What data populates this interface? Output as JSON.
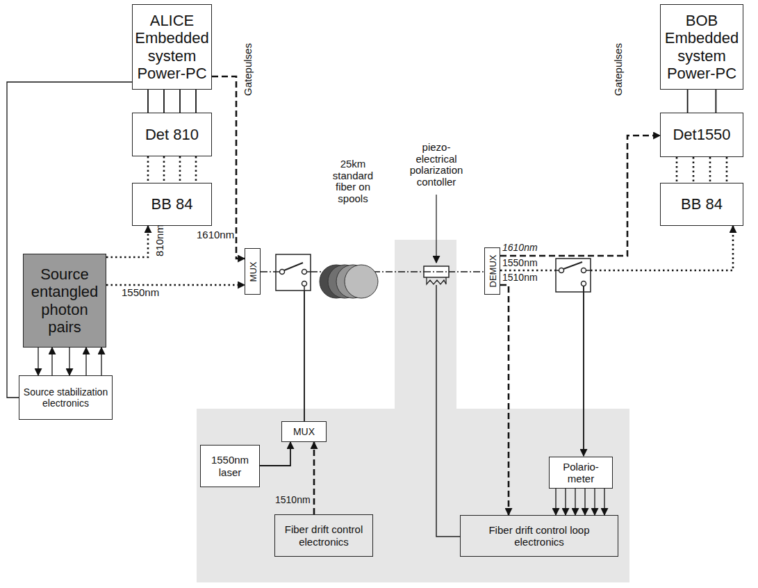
{
  "diagram": {
    "nodes": [
      {
        "text": [
          "ALICE Embedded system Power-PC"
        ]
      },
      {
        "text": [
          "Det 810"
        ]
      },
      {
        "text": [
          "BB 84"
        ]
      },
      {
        "text": [
          "Source entangled photon pairs"
        ]
      },
      {
        "text": [
          "Source stabilization electronics"
        ]
      },
      {
        "text": [
          "MUX"
        ]
      },
      {
        "text": [
          "MUX"
        ]
      },
      {
        "text": [
          "1550nm laser"
        ]
      },
      {
        "text": [
          "Fiber drift control electronics"
        ]
      },
      {
        "text": [
          "DEMUX"
        ]
      },
      {
        "text": [
          "Polario- meter"
        ]
      },
      {
        "text": [
          "Fiber drift control loop electronics"
        ]
      },
      {
        "text": [
          "BOB Embedded system Power-PC"
        ]
      },
      {
        "text": [
          "Det1550"
        ]
      },
      {
        "text": [
          "BB 84"
        ]
      }
    ],
    "edges": [
      {
        "from": 0,
        "to": 1,
        "arrow": "none"
      },
      {
        "from": 0,
        "to": 1,
        "arrow": "none"
      },
      {
        "from": 0,
        "to": 1,
        "arrow": "none"
      },
      {
        "from": 0,
        "to": 1,
        "arrow": "none"
      },
      {
        "from": 1,
        "to": 2,
        "arrow": "none"
      },
      {
        "from": 1,
        "to": 2,
        "arrow": "none"
      },
      {
        "from": 1,
        "to": 2,
        "arrow": "none"
      },
      {
        "from": 1,
        "to": 2,
        "arrow": "none"
      },
      {
        "from": 0,
        "to": 5,
        "arrow": "to"
      },
      {
        "from": 3,
        "to": 2,
        "arrow": "to"
      },
      {
        "from": 3,
        "to": 5,
        "arrow": "to"
      },
      {
        "from": 0,
        "to": 4,
        "arrow": "none"
      },
      {
        "from": 3,
        "to": 4,
        "arrow": "to"
      },
      {
        "from": 4,
        "to": 3,
        "arrow": "to"
      },
      {
        "from": 3,
        "to": 4,
        "arrow": "to"
      },
      {
        "from": 4,
        "to": 3,
        "arrow": "to"
      },
      {
        "from": 4,
        "to": 3,
        "arrow": "to"
      },
      {
        "from": 5,
        "to": 9,
        "arrow": "none"
      },
      {
        "from": 7,
        "to": 6,
        "arrow": "to"
      },
      {
        "from": 8,
        "to": 6,
        "arrow": "to"
      },
      {
        "from": 9,
        "to": 13,
        "arrow": "to"
      },
      {
        "from": 9,
        "to": 14,
        "arrow": "to"
      },
      {
        "from": 9,
        "to": 11,
        "arrow": "to"
      },
      {
        "from": 10,
        "to": 11,
        "arrow": "to"
      },
      {
        "from": 10,
        "to": 11,
        "arrow": "to"
      },
      {
        "from": 10,
        "to": 11,
        "arrow": "to"
      },
      {
        "from": 10,
        "to": 11,
        "arrow": "to"
      },
      {
        "from": 10,
        "to": 11,
        "arrow": "to"
      },
      {
        "from": 10,
        "to": 11,
        "arrow": "to"
      },
      {
        "from": 12,
        "to": 13,
        "arrow": "none"
      },
      {
        "from": 12,
        "to": 13,
        "arrow": "none"
      },
      {
        "from": 13,
        "to": 14,
        "arrow": "none"
      },
      {
        "from": 13,
        "to": 14,
        "arrow": "none"
      },
      {
        "from": 13,
        "to": 14,
        "arrow": "none"
      },
      {
        "from": 13,
        "to": 14,
        "arrow": "none"
      }
    ],
    "labels": [
      "Gatepulses",
      "810nm",
      "1610nm",
      "1550nm",
      "25km standard fiber on spools",
      "piezo- electrical polarization contoller",
      "1610nm",
      "1550nm",
      "1510nm",
      "Gatepulses",
      "1510nm"
    ]
  }
}
